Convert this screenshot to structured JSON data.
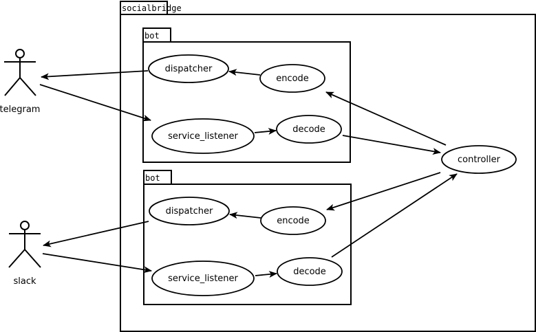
{
  "system": {
    "label": "socialbridge"
  },
  "packages": [
    {
      "label": "bot"
    },
    {
      "label": "bot"
    }
  ],
  "usecases": {
    "dispatcher_1": "dispatcher",
    "encode_1": "encode",
    "service_listener_1": "service_listener",
    "decode_1": "decode",
    "dispatcher_2": "dispatcher",
    "encode_2": "encode",
    "service_listener_2": "service_listener",
    "decode_2": "decode",
    "controller": "controller"
  },
  "actors": {
    "telegram": "telegram",
    "slack": "slack"
  }
}
